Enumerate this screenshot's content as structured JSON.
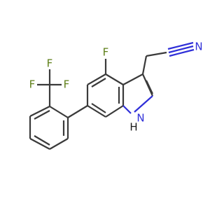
{
  "diagram": {
    "type": "structural-formula",
    "atoms": {
      "f_indole": "F",
      "f_cf3_left": "F",
      "f_cf3_top": "F",
      "f_cf3_right": "F",
      "nitrile_n": "N",
      "indole_n": "N",
      "indole_h": "H"
    },
    "colors": {
      "bond": "#3a3a3a",
      "fluorine": "#5e7f18",
      "nitrogen": "#2f2fd8",
      "hydrogen": "#1a1a1a",
      "background": "#ffffff"
    }
  }
}
